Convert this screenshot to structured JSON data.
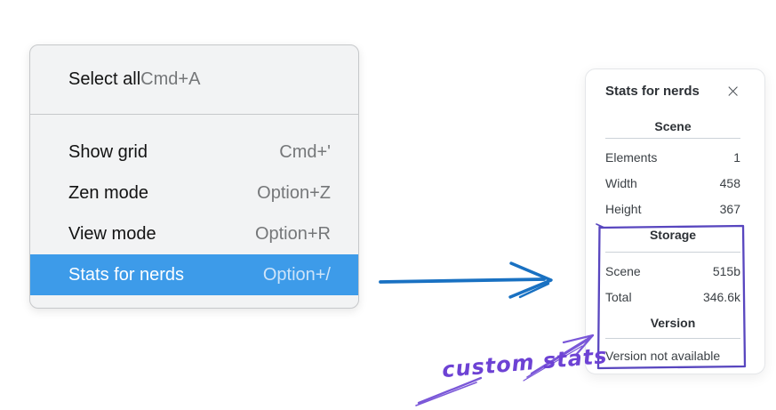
{
  "menu": {
    "sections": [
      {
        "items": [
          {
            "label": "Select all",
            "shortcut": "Cmd+A",
            "highlighted": false
          }
        ]
      },
      {
        "items": [
          {
            "label": "Show grid",
            "shortcut": "Cmd+'",
            "highlighted": false
          },
          {
            "label": "Zen mode",
            "shortcut": "Option+Z",
            "highlighted": false
          },
          {
            "label": "View mode",
            "shortcut": "Option+R",
            "highlighted": false
          },
          {
            "label": "Stats for nerds",
            "shortcut": "Option+/",
            "highlighted": true
          }
        ]
      }
    ]
  },
  "panel": {
    "title": "Stats for nerds",
    "close_glyph": "×",
    "sections": [
      {
        "header": "Scene",
        "rows": [
          [
            "Elements",
            "1"
          ],
          [
            "Width",
            "458"
          ],
          [
            "Height",
            "367"
          ]
        ]
      },
      {
        "header": "Storage",
        "rows": [
          [
            "Scene",
            "515b"
          ],
          [
            "Total",
            "346.6k"
          ]
        ]
      },
      {
        "header": "Version",
        "rows": [],
        "note": "Version not available"
      }
    ]
  },
  "annotation": {
    "label": "custom stats"
  },
  "colors": {
    "menu_highlight": "#3d9be9",
    "blue_arrow": "#1971c2",
    "annotation_violet": "#6d42d4",
    "sketch_box_violet": "#5846bf"
  }
}
